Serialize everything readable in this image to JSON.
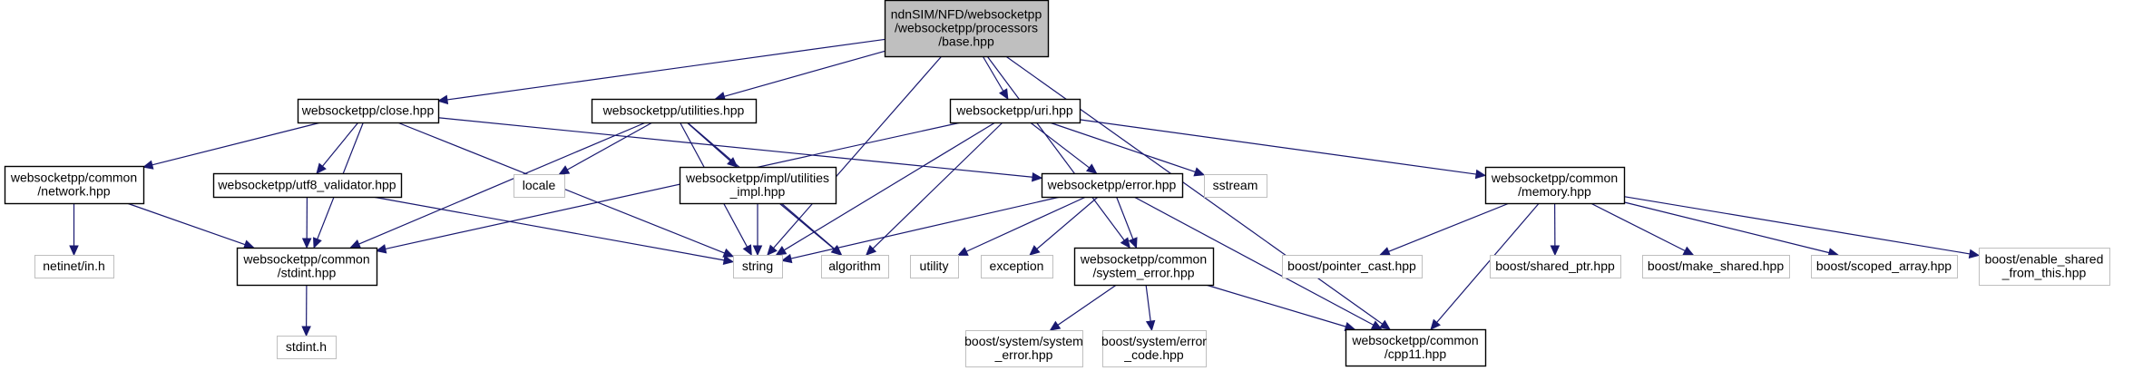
{
  "title": "ndnSIM/NFD/websocketpp/websocketpp/processors/base.hpp include dependency graph",
  "colors": {
    "edge": "#191970",
    "root_fill": "#bfbfbf",
    "root_border": "#000000",
    "documented_fill": "#ffffff",
    "documented_border": "#000000",
    "external_fill": "#ffffff",
    "external_border": "#bfbfbf"
  },
  "nodes": [
    {
      "id": "base",
      "kind": "root",
      "lines": [
        "ndnSIM/NFD/websocketpp",
        "/websocketpp/processors",
        "/base.hpp"
      ]
    },
    {
      "id": "close",
      "kind": "documented",
      "lines": [
        "websocketpp/close.hpp"
      ]
    },
    {
      "id": "utilities",
      "kind": "documented",
      "lines": [
        "websocketpp/utilities.hpp"
      ]
    },
    {
      "id": "uri",
      "kind": "documented",
      "lines": [
        "websocketpp/uri.hpp"
      ]
    },
    {
      "id": "network",
      "kind": "documented",
      "lines": [
        "websocketpp/common",
        "/network.hpp"
      ]
    },
    {
      "id": "utf8",
      "kind": "documented",
      "lines": [
        "websocketpp/utf8_validator.hpp"
      ]
    },
    {
      "id": "locale",
      "kind": "external",
      "lines": [
        "locale"
      ]
    },
    {
      "id": "utilities_impl",
      "kind": "documented",
      "lines": [
        "websocketpp/impl/utilities",
        "_impl.hpp"
      ]
    },
    {
      "id": "error",
      "kind": "documented",
      "lines": [
        "websocketpp/error.hpp"
      ]
    },
    {
      "id": "sstream",
      "kind": "external",
      "lines": [
        "sstream"
      ]
    },
    {
      "id": "memory",
      "kind": "documented",
      "lines": [
        "websocketpp/common",
        "/memory.hpp"
      ]
    },
    {
      "id": "netinet",
      "kind": "external",
      "lines": [
        "netinet/in.h"
      ]
    },
    {
      "id": "stdint_hpp",
      "kind": "documented",
      "lines": [
        "websocketpp/common",
        "/stdint.hpp"
      ]
    },
    {
      "id": "string",
      "kind": "external",
      "lines": [
        "string"
      ]
    },
    {
      "id": "algorithm",
      "kind": "external",
      "lines": [
        "algorithm"
      ]
    },
    {
      "id": "utility",
      "kind": "external",
      "lines": [
        "utility"
      ]
    },
    {
      "id": "exception",
      "kind": "external",
      "lines": [
        "exception"
      ]
    },
    {
      "id": "system_error",
      "kind": "documented",
      "lines": [
        "websocketpp/common",
        "/system_error.hpp"
      ]
    },
    {
      "id": "pointer_cast",
      "kind": "external",
      "lines": [
        "boost/pointer_cast.hpp"
      ]
    },
    {
      "id": "shared_ptr",
      "kind": "external",
      "lines": [
        "boost/shared_ptr.hpp"
      ]
    },
    {
      "id": "make_shared",
      "kind": "external",
      "lines": [
        "boost/make_shared.hpp"
      ]
    },
    {
      "id": "scoped_array",
      "kind": "external",
      "lines": [
        "boost/scoped_array.hpp"
      ]
    },
    {
      "id": "enable_shared",
      "kind": "external",
      "lines": [
        "boost/enable_shared",
        "_from_this.hpp"
      ]
    },
    {
      "id": "stdint_h",
      "kind": "external",
      "lines": [
        "stdint.h"
      ]
    },
    {
      "id": "bs_system_error",
      "kind": "external",
      "lines": [
        "boost/system/system",
        "_error.hpp"
      ]
    },
    {
      "id": "bs_error_code",
      "kind": "external",
      "lines": [
        "boost/system/error",
        "_code.hpp"
      ]
    },
    {
      "id": "cpp11",
      "kind": "documented",
      "lines": [
        "websocketpp/common",
        "/cpp11.hpp"
      ]
    }
  ],
  "edges": [
    [
      "base",
      "close"
    ],
    [
      "base",
      "utilities"
    ],
    [
      "base",
      "uri"
    ],
    [
      "base",
      "string"
    ],
    [
      "base",
      "system_error"
    ],
    [
      "base",
      "cpp11"
    ],
    [
      "close",
      "network"
    ],
    [
      "close",
      "utf8"
    ],
    [
      "close",
      "stdint_hpp"
    ],
    [
      "close",
      "error"
    ],
    [
      "close",
      "string"
    ],
    [
      "utilities",
      "locale"
    ],
    [
      "utilities",
      "utilities_impl"
    ],
    [
      "utilities",
      "string"
    ],
    [
      "utilities",
      "algorithm"
    ],
    [
      "utilities",
      "stdint_hpp"
    ],
    [
      "uri",
      "error"
    ],
    [
      "uri",
      "sstream"
    ],
    [
      "uri",
      "memory"
    ],
    [
      "uri",
      "string"
    ],
    [
      "uri",
      "algorithm"
    ],
    [
      "uri",
      "stdint_hpp"
    ],
    [
      "network",
      "netinet"
    ],
    [
      "network",
      "stdint_hpp"
    ],
    [
      "utf8",
      "stdint_hpp"
    ],
    [
      "utf8",
      "string"
    ],
    [
      "utilities_impl",
      "string"
    ],
    [
      "utilities_impl",
      "algorithm"
    ],
    [
      "error",
      "string"
    ],
    [
      "error",
      "utility"
    ],
    [
      "error",
      "exception"
    ],
    [
      "error",
      "system_error"
    ],
    [
      "error",
      "cpp11"
    ],
    [
      "memory",
      "pointer_cast"
    ],
    [
      "memory",
      "shared_ptr"
    ],
    [
      "memory",
      "make_shared"
    ],
    [
      "memory",
      "scoped_array"
    ],
    [
      "memory",
      "enable_shared"
    ],
    [
      "memory",
      "cpp11"
    ],
    [
      "stdint_hpp",
      "stdint_h"
    ],
    [
      "system_error",
      "bs_system_error"
    ],
    [
      "system_error",
      "bs_error_code"
    ],
    [
      "system_error",
      "cpp11"
    ]
  ]
}
